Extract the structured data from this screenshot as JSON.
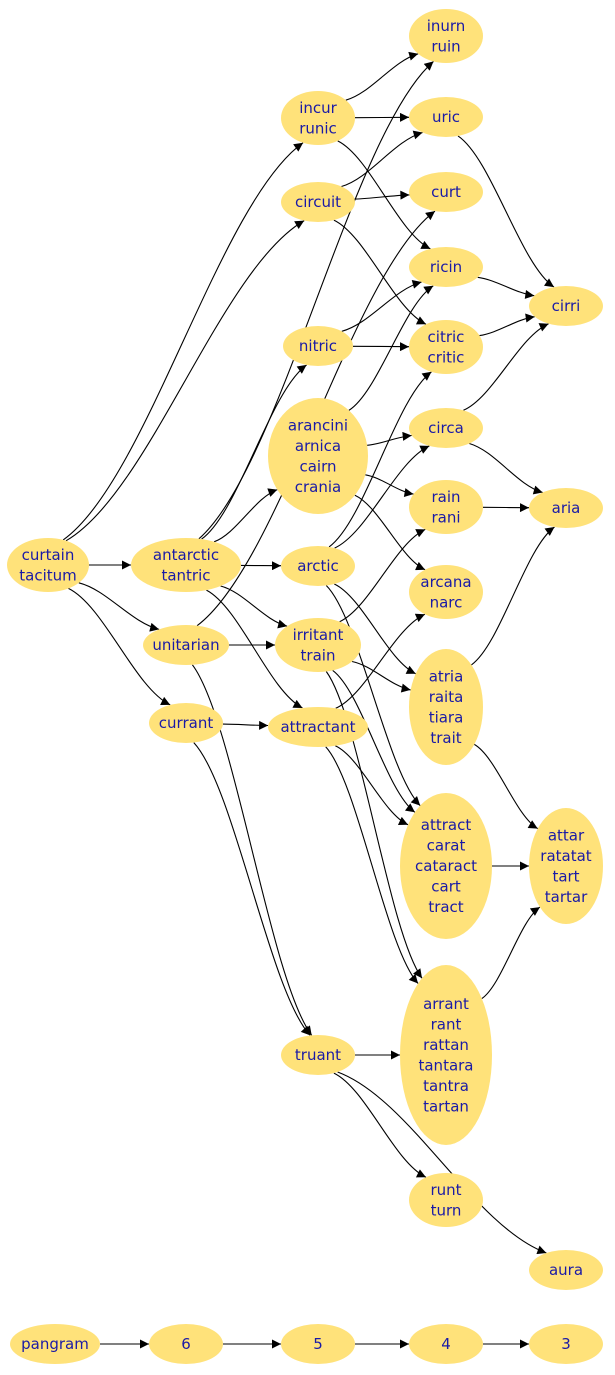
{
  "colors": {
    "node_fill": "#ffe27a",
    "label_text": "#1a1aa6",
    "edge": "#000000",
    "background": "#ffffff"
  },
  "nodes": [
    {
      "id": "curtain",
      "lines": [
        "curtain",
        "tacitum"
      ]
    },
    {
      "id": "antarctic",
      "lines": [
        "antarctic",
        "tantric"
      ]
    },
    {
      "id": "unitarian",
      "lines": [
        "unitarian"
      ]
    },
    {
      "id": "currant",
      "lines": [
        "currant"
      ]
    },
    {
      "id": "incur",
      "lines": [
        "incur",
        "runic"
      ]
    },
    {
      "id": "circuit",
      "lines": [
        "circuit"
      ]
    },
    {
      "id": "nitric",
      "lines": [
        "nitric"
      ]
    },
    {
      "id": "arancini",
      "lines": [
        "arancini",
        "arnica",
        "cairn",
        "crania"
      ]
    },
    {
      "id": "arctic",
      "lines": [
        "arctic"
      ]
    },
    {
      "id": "irritant",
      "lines": [
        "irritant",
        "train"
      ]
    },
    {
      "id": "attractant",
      "lines": [
        "attractant"
      ]
    },
    {
      "id": "truant",
      "lines": [
        "truant"
      ]
    },
    {
      "id": "inurn",
      "lines": [
        "inurn",
        "ruin"
      ]
    },
    {
      "id": "uric",
      "lines": [
        "uric"
      ]
    },
    {
      "id": "curt",
      "lines": [
        "curt"
      ]
    },
    {
      "id": "ricin",
      "lines": [
        "ricin"
      ]
    },
    {
      "id": "citric",
      "lines": [
        "citric",
        "critic"
      ]
    },
    {
      "id": "circa",
      "lines": [
        "circa"
      ]
    },
    {
      "id": "rain",
      "lines": [
        "rain",
        "rani"
      ]
    },
    {
      "id": "arcana",
      "lines": [
        "arcana",
        "narc"
      ]
    },
    {
      "id": "atria",
      "lines": [
        "atria",
        "raita",
        "tiara",
        "trait"
      ]
    },
    {
      "id": "attract",
      "lines": [
        "attract",
        "carat",
        "cataract",
        "cart",
        "tract"
      ]
    },
    {
      "id": "arrant",
      "lines": [
        "arrant",
        "rant",
        "rattan",
        "tantara",
        "tantra",
        "tartan"
      ]
    },
    {
      "id": "runt",
      "lines": [
        "runt",
        "turn"
      ]
    },
    {
      "id": "cirri",
      "lines": [
        "cirri"
      ]
    },
    {
      "id": "aria",
      "lines": [
        "aria"
      ]
    },
    {
      "id": "attar",
      "lines": [
        "attar",
        "ratatat",
        "tart",
        "tartar"
      ]
    },
    {
      "id": "aura",
      "lines": [
        "aura"
      ]
    },
    {
      "id": "pangram",
      "lines": [
        "pangram"
      ]
    },
    {
      "id": "n6",
      "lines": [
        "6"
      ]
    },
    {
      "id": "n5",
      "lines": [
        "5"
      ]
    },
    {
      "id": "n4",
      "lines": [
        "4"
      ]
    },
    {
      "id": "n3",
      "lines": [
        "3"
      ]
    }
  ],
  "edges": [
    [
      "curtain",
      "antarctic"
    ],
    [
      "curtain",
      "unitarian"
    ],
    [
      "curtain",
      "currant"
    ],
    [
      "curtain",
      "incur"
    ],
    [
      "curtain",
      "circuit"
    ],
    [
      "antarctic",
      "arancini"
    ],
    [
      "antarctic",
      "arctic"
    ],
    [
      "antarctic",
      "nitric"
    ],
    [
      "antarctic",
      "irritant"
    ],
    [
      "antarctic",
      "attractant"
    ],
    [
      "antarctic",
      "inurn"
    ],
    [
      "unitarian",
      "irritant"
    ],
    [
      "unitarian",
      "truant"
    ],
    [
      "unitarian",
      "curt"
    ],
    [
      "currant",
      "attractant"
    ],
    [
      "currant",
      "truant"
    ],
    [
      "incur",
      "inurn"
    ],
    [
      "incur",
      "uric"
    ],
    [
      "incur",
      "ricin"
    ],
    [
      "circuit",
      "uric"
    ],
    [
      "circuit",
      "curt"
    ],
    [
      "circuit",
      "citric"
    ],
    [
      "nitric",
      "ricin"
    ],
    [
      "nitric",
      "citric"
    ],
    [
      "arancini",
      "circa"
    ],
    [
      "arancini",
      "rain"
    ],
    [
      "arancini",
      "arcana"
    ],
    [
      "arancini",
      "ricin"
    ],
    [
      "arctic",
      "citric"
    ],
    [
      "arctic",
      "circa"
    ],
    [
      "arctic",
      "atria"
    ],
    [
      "arctic",
      "attract"
    ],
    [
      "irritant",
      "rain"
    ],
    [
      "irritant",
      "atria"
    ],
    [
      "irritant",
      "attract"
    ],
    [
      "irritant",
      "arrant"
    ],
    [
      "attractant",
      "arcana"
    ],
    [
      "attractant",
      "attract"
    ],
    [
      "attractant",
      "arrant"
    ],
    [
      "truant",
      "arrant"
    ],
    [
      "truant",
      "runt"
    ],
    [
      "truant",
      "aura"
    ],
    [
      "uric",
      "cirri"
    ],
    [
      "ricin",
      "cirri"
    ],
    [
      "citric",
      "cirri"
    ],
    [
      "circa",
      "cirri"
    ],
    [
      "circa",
      "aria"
    ],
    [
      "rain",
      "aria"
    ],
    [
      "atria",
      "aria"
    ],
    [
      "atria",
      "attar"
    ],
    [
      "attract",
      "attar"
    ],
    [
      "arrant",
      "attar"
    ],
    [
      "pangram",
      "n6"
    ],
    [
      "n6",
      "n5"
    ],
    [
      "n5",
      "n4"
    ],
    [
      "n4",
      "n3"
    ]
  ]
}
